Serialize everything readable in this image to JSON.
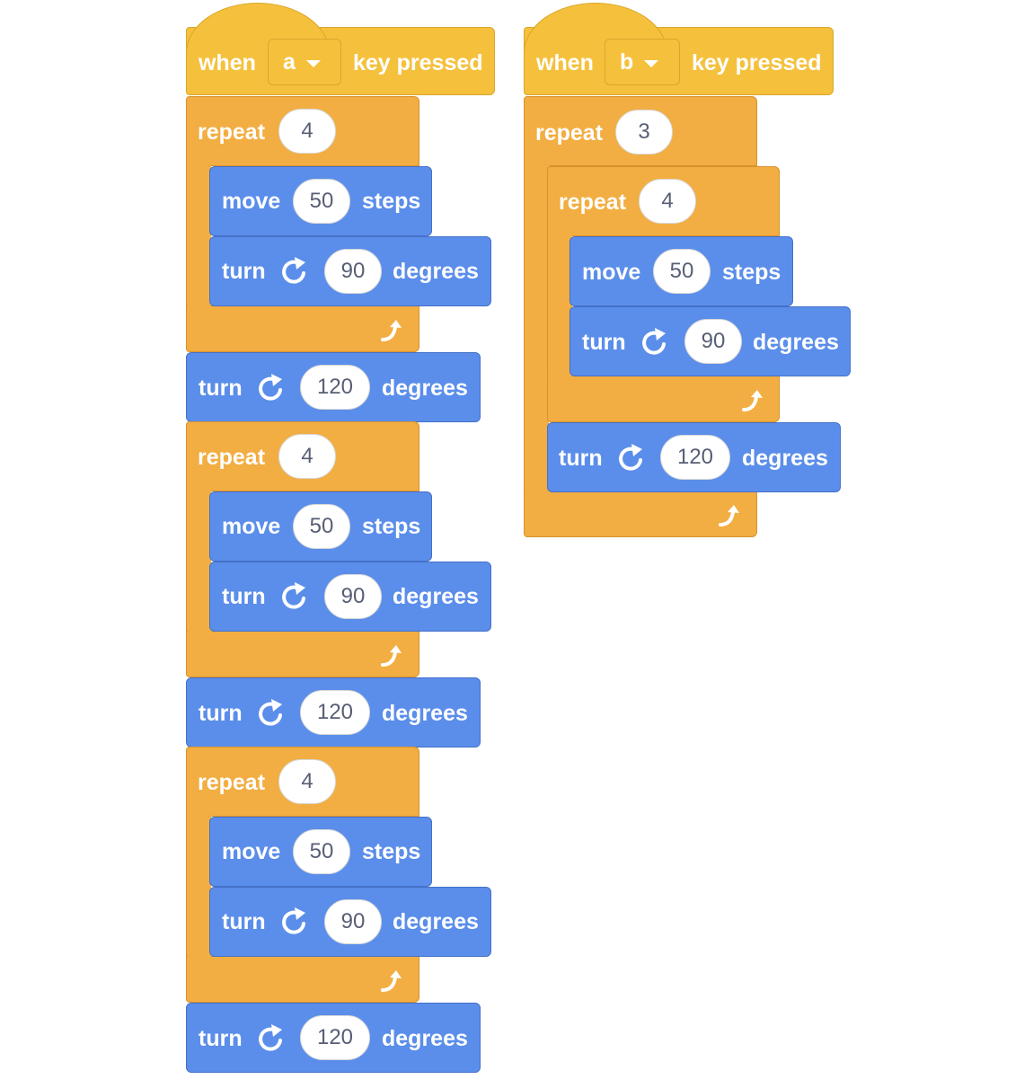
{
  "colors": {
    "events": "#F5C13D",
    "control": "#F2AE42",
    "motion": "#5B8EEA",
    "text": "#ffffff",
    "input_text": "#575e75"
  },
  "scripts": [
    {
      "hat": {
        "when": "when",
        "key": "a",
        "suffix": "key pressed"
      },
      "groups": [
        {
          "repeat_label": "repeat",
          "repeat_count": "4",
          "move_label": "move",
          "move_value": "50",
          "move_unit": "steps",
          "turn_label": "turn",
          "turn_value": "90",
          "turn_unit": "degrees",
          "after_turn_label": "turn",
          "after_turn_value": "120",
          "after_turn_unit": "degrees"
        },
        {
          "repeat_label": "repeat",
          "repeat_count": "4",
          "move_label": "move",
          "move_value": "50",
          "move_unit": "steps",
          "turn_label": "turn",
          "turn_value": "90",
          "turn_unit": "degrees",
          "after_turn_label": "turn",
          "after_turn_value": "120",
          "after_turn_unit": "degrees"
        },
        {
          "repeat_label": "repeat",
          "repeat_count": "4",
          "move_label": "move",
          "move_value": "50",
          "move_unit": "steps",
          "turn_label": "turn",
          "turn_value": "90",
          "turn_unit": "degrees",
          "after_turn_label": "turn",
          "after_turn_value": "120",
          "after_turn_unit": "degrees"
        }
      ]
    },
    {
      "hat": {
        "when": "when",
        "key": "b",
        "suffix": "key pressed"
      },
      "outer_repeat_label": "repeat",
      "outer_repeat_count": "3",
      "inner": {
        "repeat_label": "repeat",
        "repeat_count": "4",
        "move_label": "move",
        "move_value": "50",
        "move_unit": "steps",
        "turn_label": "turn",
        "turn_value": "90",
        "turn_unit": "degrees"
      },
      "after_turn_label": "turn",
      "after_turn_value": "120",
      "after_turn_unit": "degrees"
    }
  ],
  "icons": {
    "turn": "turn-right-icon",
    "loop": "loop-arrow-icon",
    "dropdown": "chevron-down-icon"
  }
}
